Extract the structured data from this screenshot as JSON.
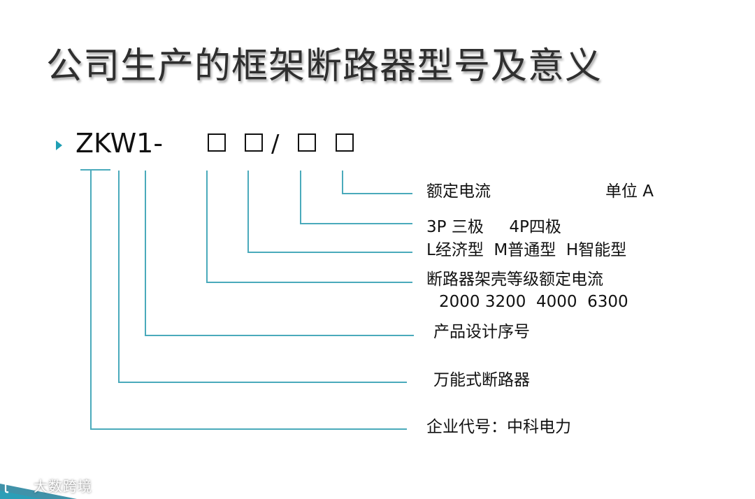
{
  "title": "公司生产的框架断路器型号及意义",
  "model": {
    "prefix": "ZKW1-",
    "slash": "/"
  },
  "labels": {
    "rated_current": "额定电流",
    "unit": "单位 A",
    "poles": "3P 三极     4P四极",
    "types": "L经济型  M普通型  H智能型",
    "frame_level": "断路器架壳等级额定电流",
    "frame_values": "2000 3200  4000  6300",
    "design_serial": "产品设计序号",
    "universal": "万能式断路器",
    "enterprise": "企业代号：中科电力"
  },
  "watermark": {
    "text": "大数跨境",
    "icon": "brand-logo-icon"
  },
  "colors": {
    "line": "#4aaabb",
    "bullet": "#1f9fb4",
    "title": "#2f2f2f"
  }
}
